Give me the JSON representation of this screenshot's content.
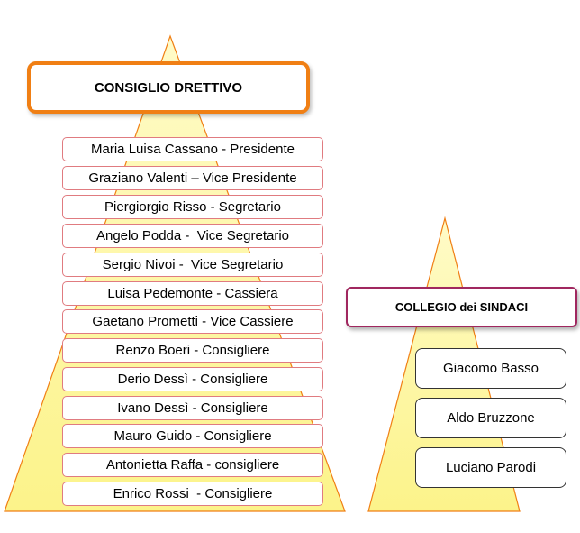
{
  "consiglio": {
    "title": "CONSIGLIO DRETTIVO",
    "members": [
      "Maria Luisa Cassano - Presidente",
      "Graziano Valenti – Vice Presidente",
      "Piergiorgio Risso - Segretario",
      "Angelo Podda -  Vice Segretario",
      "Sergio Nivoi -  Vice Segretario",
      "Luisa Pedemonte - Cassiera",
      "Gaetano Prometti - Vice Cassiere",
      "Renzo Boeri - Consigliere",
      "Derio Dessì - Consigliere",
      "Ivano Dessì - Consigliere",
      "Mauro Guido - Consigliere",
      "Antonietta Raffa - consigliere",
      "Enrico Rossi  - Consigliere"
    ]
  },
  "collegio": {
    "title": "COLLEGIO dei SINDACI",
    "members": [
      "Giacomo Basso",
      "Aldo Bruzzone",
      "Luciano Parodi"
    ]
  },
  "colors": {
    "pyramid_fill": "#fdf9a4",
    "pyramid_stroke": "#f07f14",
    "consiglio_border": "#f07f14",
    "collegio_border": "#a0275f",
    "member_border": "#e07b80"
  }
}
